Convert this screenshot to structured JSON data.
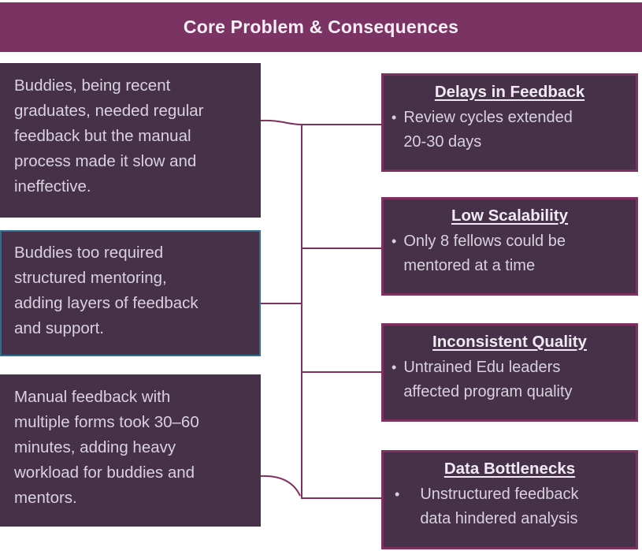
{
  "slide": {
    "title": "Core Problem & Consequences"
  },
  "colors": {
    "title_bar_bg": "#7B3363",
    "title_text": "#F5F0F5",
    "box_fill": "#463149",
    "box_text": "#D8D2DC",
    "consequence_border": "#7E3161",
    "highlight_border": "#2C6F90",
    "connector": "#7E3161",
    "background": "#FFFFFF"
  },
  "bullet_char": "•",
  "problems": [
    {
      "text": "Buddies, being recent\ngraduates, needed regular\nfeedback but the manual\nprocess made it slow and\nineffective."
    },
    {
      "text": "Buddies too required\nstructured mentoring,\nadding layers of feedback\nand support."
    },
    {
      "text": "Manual feedback with\nmultiple forms took 30–60\nminutes, adding heavy\nworkload for buddies and\nmentors."
    }
  ],
  "consequences": [
    {
      "heading": "Delays in Feedback",
      "bullet": "Review cycles extended\n20-30 days"
    },
    {
      "heading": "Low Scalability",
      "bullet": "Only 8 fellows could be\nmentored at a time"
    },
    {
      "heading": "Inconsistent Quality",
      "bullet": "Untrained Edu leaders\naffected program quality"
    },
    {
      "heading": "Data Bottlenecks",
      "bullet": "Unstructured feedback\ndata hindered analysis"
    }
  ]
}
